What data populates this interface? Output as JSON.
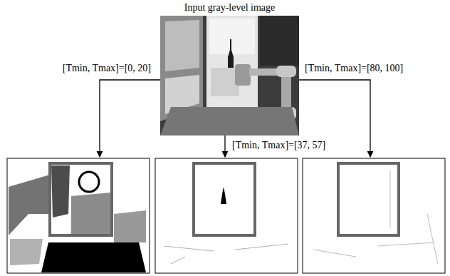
{
  "diagram": {
    "nodes": [
      {
        "text": [
          "Input gray-level image"
        ]
      }
    ],
    "labels": [
      "[Tmin, Tmax]=[0, 20]",
      "[Tmin, Tmax]=[37, 57]",
      "[Tmin, Tmax]=[80, 100]"
    ]
  }
}
